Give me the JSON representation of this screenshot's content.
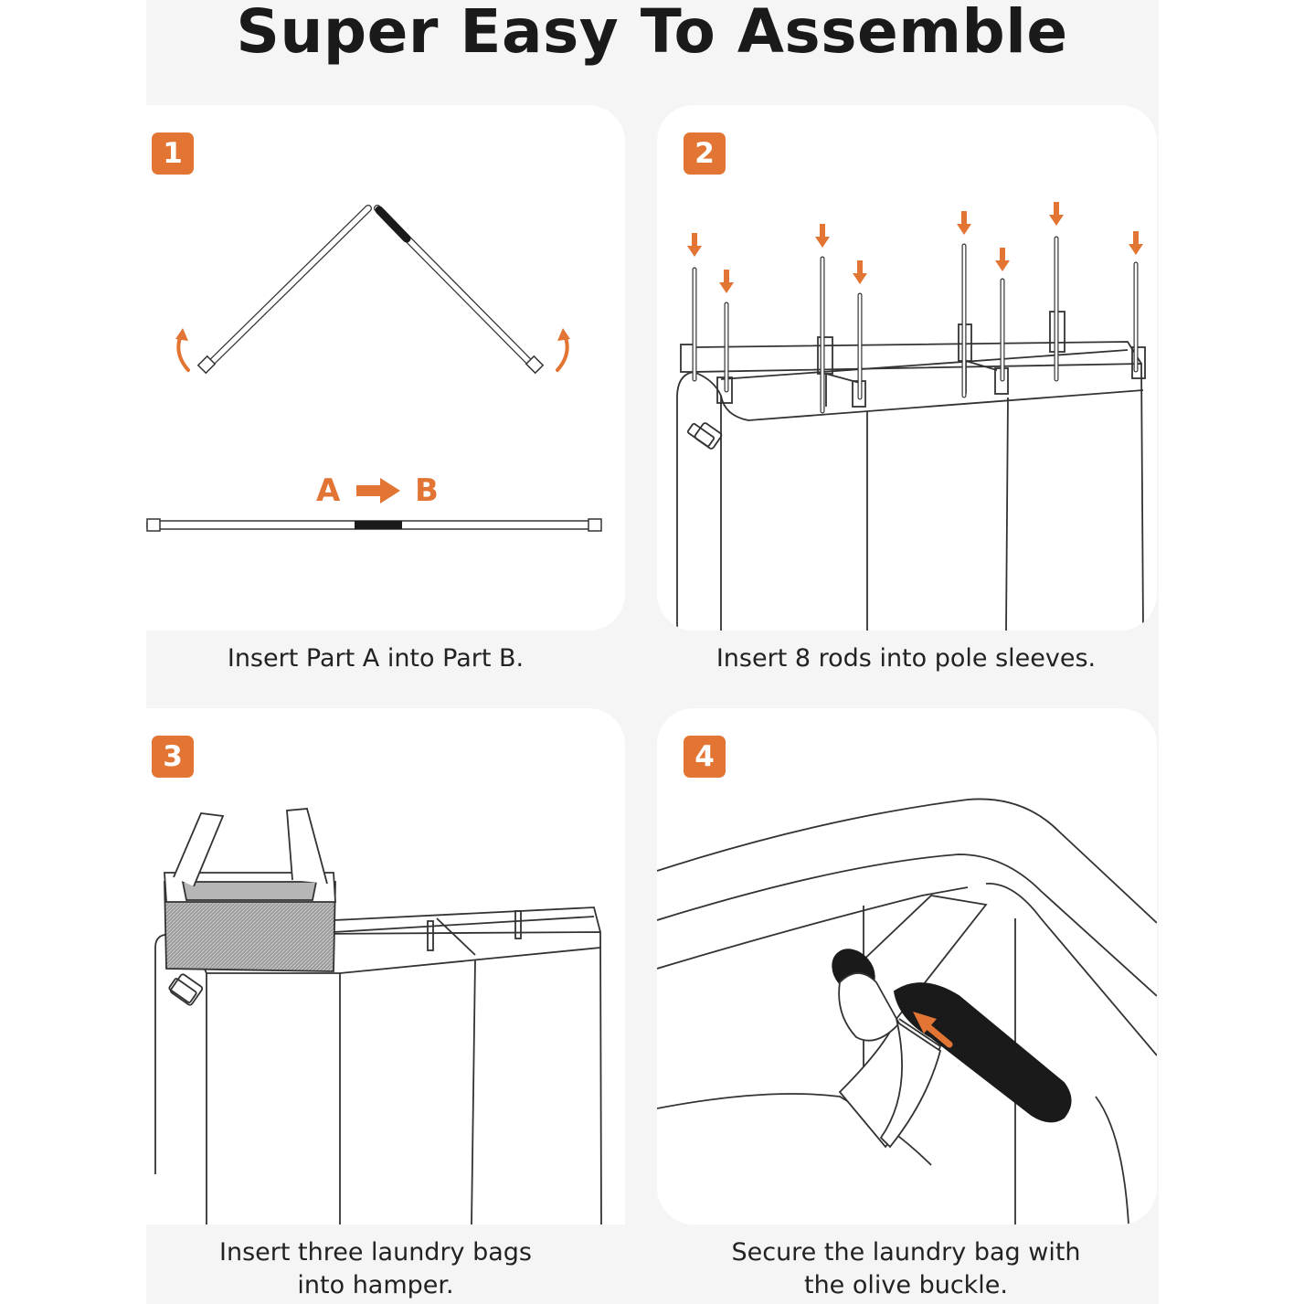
{
  "title": "Super Easy To Assemble",
  "accent_color": "#e27534",
  "steps": [
    {
      "number": "1",
      "caption": "Insert Part A into Part B.",
      "part_a": "A",
      "part_b": "B"
    },
    {
      "number": "2",
      "caption": "Insert 8 rods into pole sleeves."
    },
    {
      "number": "3",
      "caption_line1": "Insert three laundry bags",
      "caption_line2": "into hamper."
    },
    {
      "number": "4",
      "caption_line1": "Secure the laundry bag with",
      "caption_line2": "the olive buckle."
    }
  ],
  "icons": [
    "curved-arrow-icon",
    "right-arrow-icon",
    "down-arrow-icon",
    "insert-arrow-icon"
  ]
}
